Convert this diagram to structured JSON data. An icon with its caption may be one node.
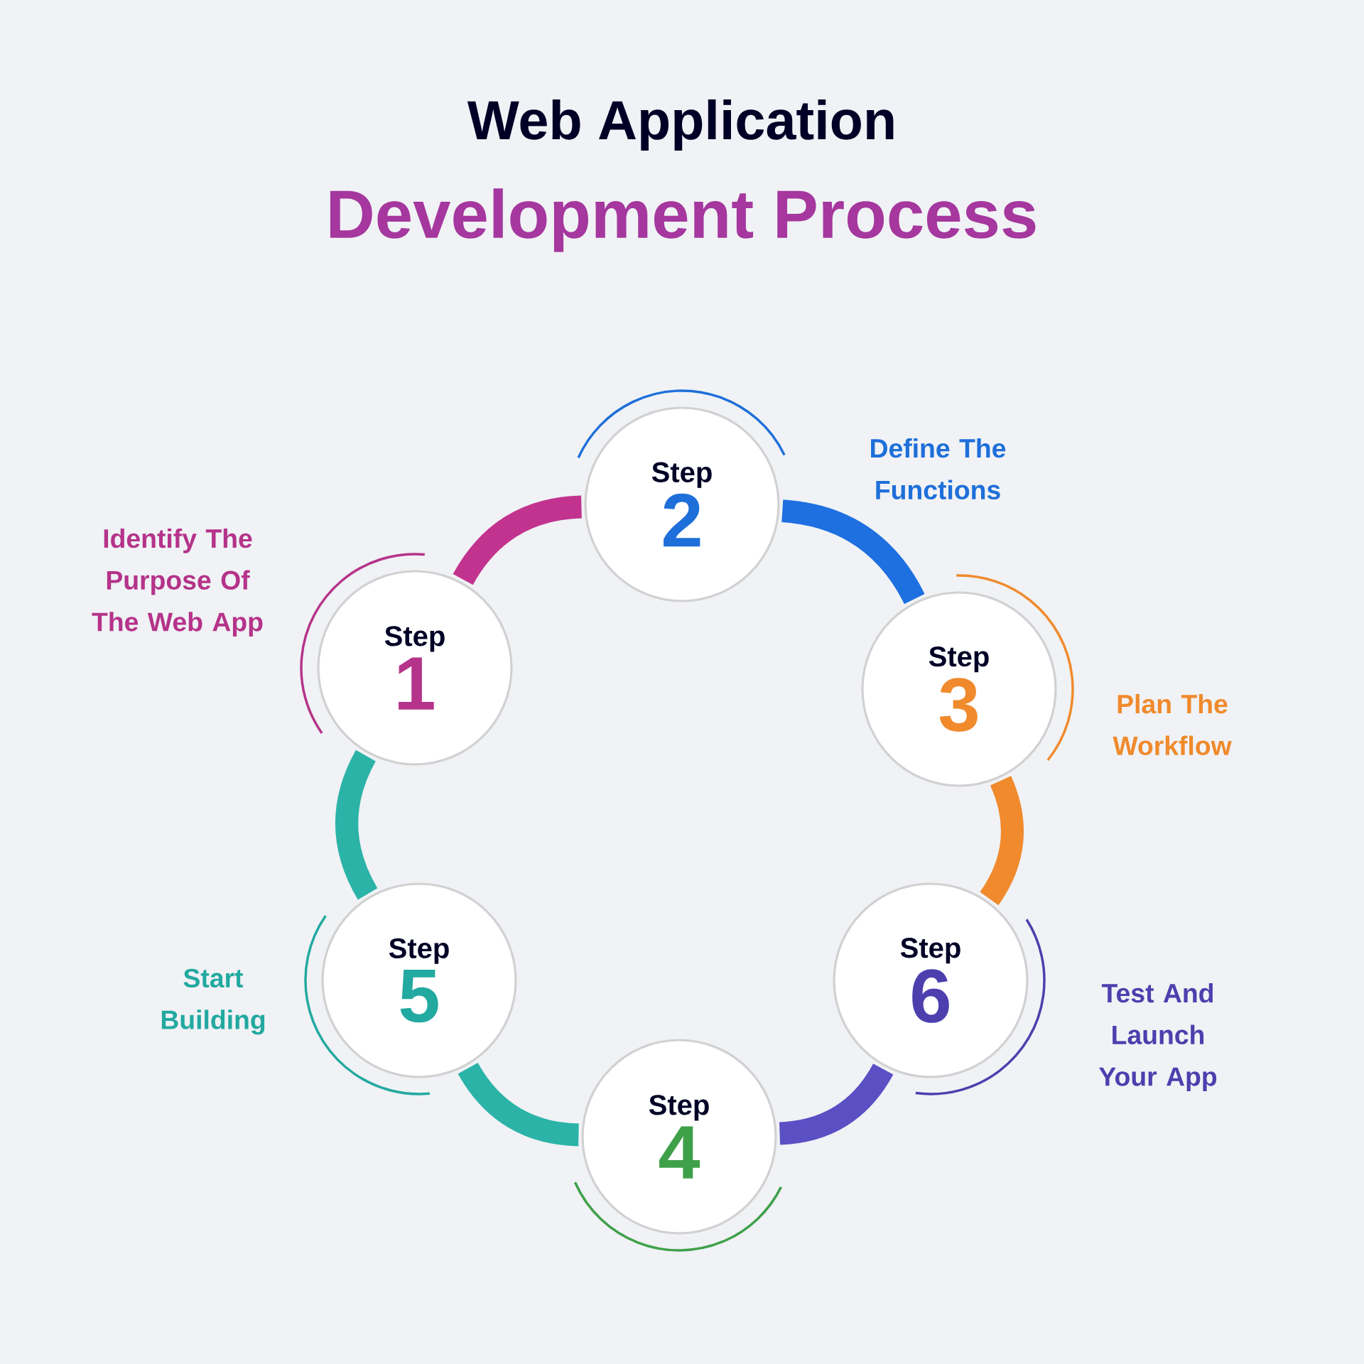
{
  "diagram": {
    "title": "Web Application",
    "nodes": [
      {
        "text": [
          "Step",
          "1"
        ],
        "beside": [
          "Identify The Purpose Of The Web App"
        ]
      },
      {
        "text": [
          "Step",
          "2"
        ],
        "beside": [
          "Define The Functions"
        ]
      },
      {
        "text": [
          "Step",
          "3"
        ],
        "beside": [
          "Plan The Workflow"
        ]
      },
      {
        "text": [
          "Step",
          "4"
        ]
      },
      {
        "text": [
          "Step",
          "5"
        ],
        "beside": [
          "Start Building"
        ]
      },
      {
        "text": [
          "Step",
          "6"
        ],
        "beside": [
          "Test And Launch Your App"
        ]
      }
    ],
    "edges": [
      {
        "from": 0,
        "to": 1,
        "arrow": "none",
        "color": "#c2338f"
      },
      {
        "from": 1,
        "to": 2,
        "arrow": "none",
        "color": "#1e6fe0"
      },
      {
        "from": 2,
        "to": 5,
        "arrow": "none",
        "color": "#f08a2c"
      },
      {
        "from": 5,
        "to": 3,
        "arrow": "none",
        "color": "#5b4fc4"
      },
      {
        "from": 3,
        "to": 4,
        "arrow": "none",
        "color": "#2bb3a8"
      },
      {
        "from": 4,
        "to": 0,
        "arrow": "none",
        "color": "#2bb3a8"
      }
    ],
    "labels": [
      "Development Process"
    ]
  }
}
